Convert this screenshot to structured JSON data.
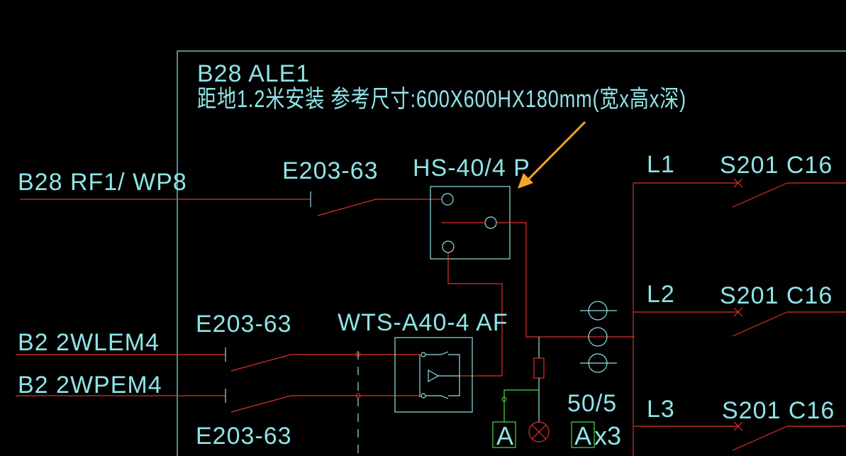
{
  "panel": {
    "name": "B28 ALE1",
    "description": "距地1.2米安装 参考尺寸:600X600HX180mm(宽x高x深)"
  },
  "feeders": {
    "top_feeder": "B28 RF1/ WP8",
    "feeder_2": "B2 2WLEM4",
    "feeder_3": "B2 2WPEM4"
  },
  "devices": {
    "breaker_top": "E203-63",
    "isolator": "HS-40/4 P",
    "breaker_mid": "E203-63",
    "ats": "WTS-A40-4 AF",
    "breaker_bottom": "E203-63",
    "ct_ratio": "50/5",
    "ammeter_symbol": "A",
    "ammeter_count": "x3"
  },
  "outgoing": [
    {
      "phase": "L1",
      "breaker": "S201  C16"
    },
    {
      "phase": "L2",
      "breaker": "S201  C16"
    },
    {
      "phase": "L3",
      "breaker": "S201  C16"
    }
  ],
  "colors": {
    "background": "#000000",
    "frame": "#8fe3e6",
    "wire": "#e0302a",
    "meter": "#3ee03e",
    "arrow": "#f5a623"
  }
}
